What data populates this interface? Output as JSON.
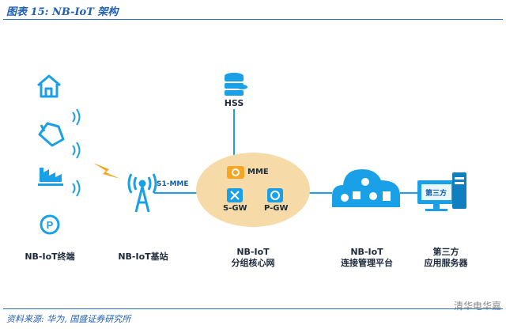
{
  "header": {
    "title": "图表 15:  NB-IoT 架构"
  },
  "footer": {
    "source": "资料来源: 华为, 国盛证券研究所",
    "watermark": "清华电华嘉"
  },
  "colors": {
    "accent": "#1aa0e6",
    "core_bg": "#f6dba8",
    "rule": "#2a6bc5"
  },
  "devices": {
    "label": "NB-IoT终端",
    "icons": [
      "home-icon",
      "pet-icon",
      "factory-icon",
      "parking-icon"
    ]
  },
  "base_station": {
    "label": "NB-IoT基站",
    "link_label": "S1-MME"
  },
  "core_network": {
    "hss": "HSS",
    "mme": "MME",
    "sgw": "S-GW",
    "pgw": "P-GW",
    "label_line1": "NB-IoT",
    "label_line2": "分组核心网"
  },
  "platform": {
    "label_line1": "NB-IoT",
    "label_line2": "连接管理平台"
  },
  "third_party": {
    "screen_text": "第三方",
    "label_line1": "第三方",
    "label_line2": "应用服务器"
  }
}
